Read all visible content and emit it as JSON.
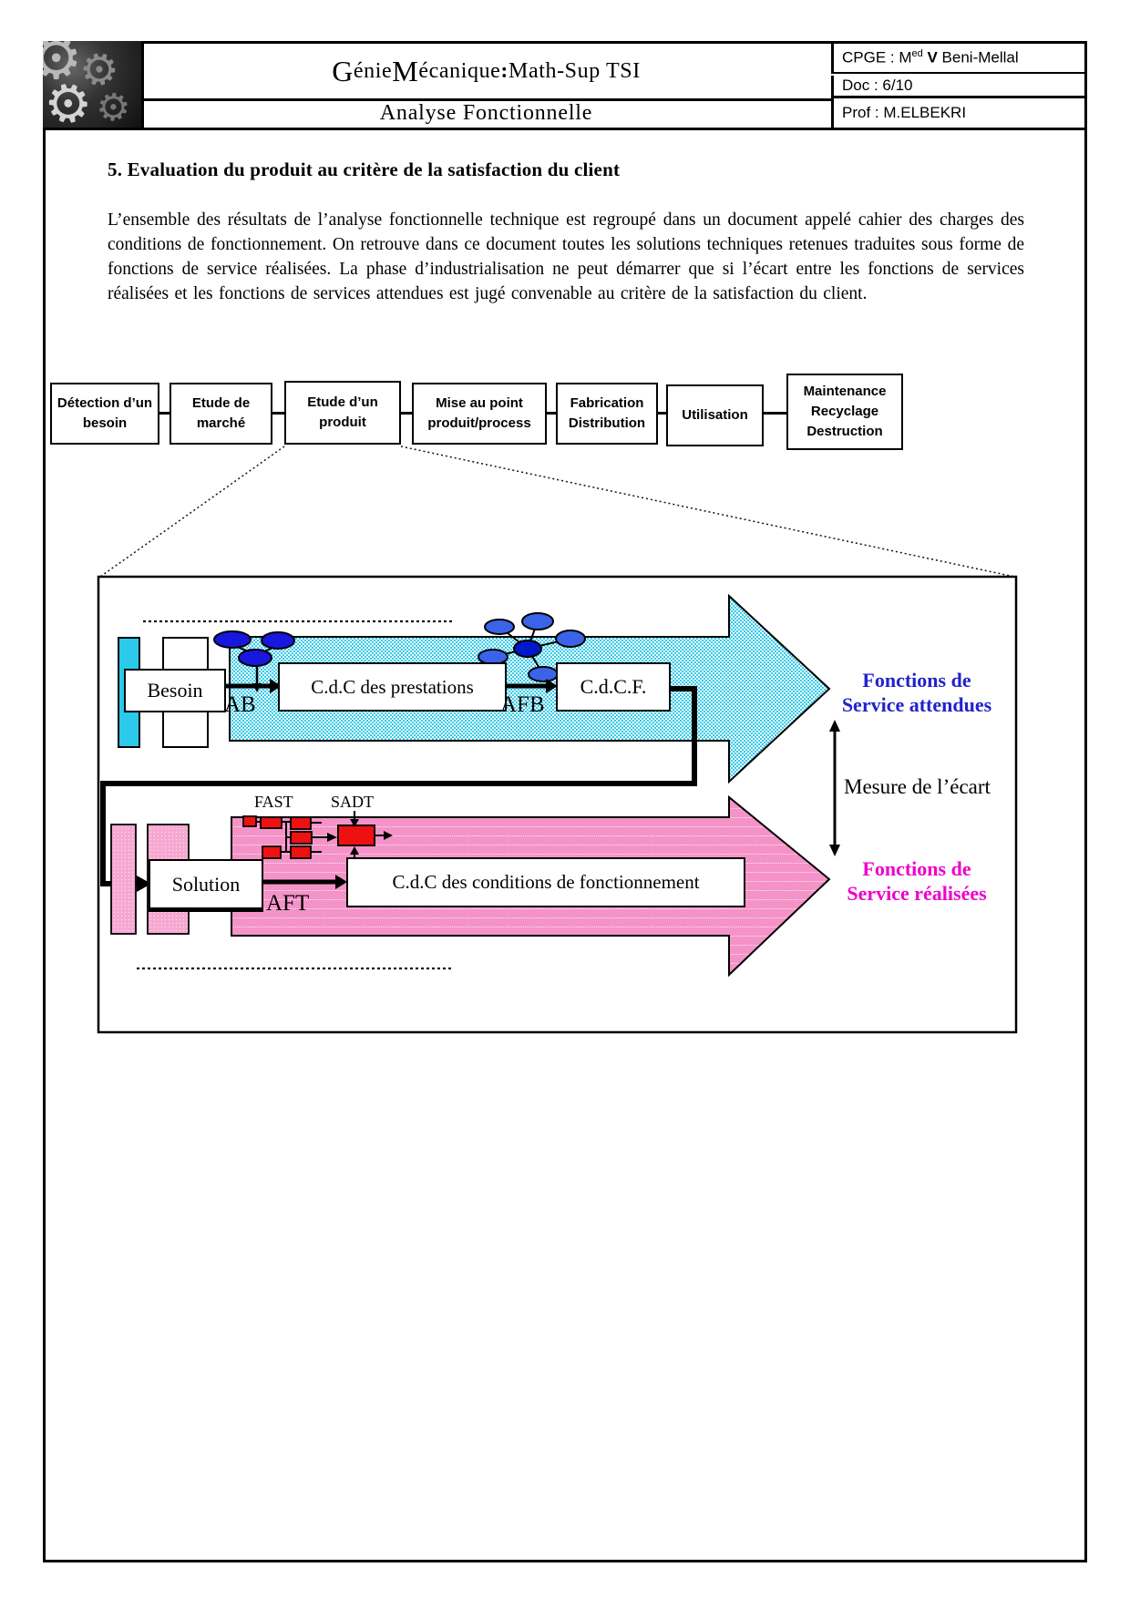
{
  "header": {
    "title_initial_1": "G",
    "title_part_1": "énie ",
    "title_initial_2": "M",
    "title_part_2": "écanique",
    "title_sep": " : ",
    "title_part_3": "Math-Sup TSI",
    "subtitle": "Analyse Fonctionnelle",
    "cpge_prefix": "CPGE : M",
    "cpge_sup": "ed",
    "cpge_bold": " V",
    "cpge_rest": " Beni-Mellal",
    "doc": "Doc : 6/10",
    "prof": "Prof : M.ELBEKRI"
  },
  "section": {
    "heading": "5. Evaluation du produit au critère de la satisfaction du client",
    "paragraph": "L’ensemble des résultats de l’analyse fonctionnelle technique est regroupé dans un document appelé cahier des charges des conditions de fonctionnement. On retrouve dans ce document toutes les solutions techniques retenues traduites sous forme de fonctions de service réalisées. La phase d’industrialisation ne peut démarrer que si l’écart entre les fonctions de services réalisées et les fonctions de services attendues est jugé convenable au critère de la satisfaction du client."
  },
  "process_chain": [
    "Détection d’un besoin",
    "Etude de marché",
    "Etude d’un produit",
    "Mise au point produit/process",
    "Fabrication Distribution",
    "Utilisation",
    "Maintenance Recyclage Destruction"
  ],
  "diagram": {
    "besoin": "Besoin",
    "cdc_prestations": "C.d.C des prestations",
    "cdcf": "C.d.C.F.",
    "ab": "AB",
    "afb": "AFB",
    "attendues_line1": "Fonctions de",
    "attendues_line2": "Service attendues",
    "mesure": "Mesure de l’écart",
    "realisees_line1": "Fonctions de",
    "realisees_line2": "Service réalisées",
    "fast": "FAST",
    "sadt": "SADT",
    "solution": "Solution",
    "cdc_conditions": "C.d.C des conditions de fonctionnement",
    "aft": "AFT",
    "colors": {
      "cyan_solid": "#2BC9EA",
      "cyan_arrow_fill": "#9FE3F2",
      "pink_arrow_fill": "#F590C6",
      "blue_text": "#2222CC",
      "magenta_text": "#EE00CC",
      "red_fast_sadt": "#EE1111",
      "blue_ellipse_dark": "#1717DE",
      "blue_ellipse_light": "#3B63E8",
      "blue_ellipse_center": "#0018C8"
    }
  },
  "icons": {
    "logo": "gears-photo"
  }
}
